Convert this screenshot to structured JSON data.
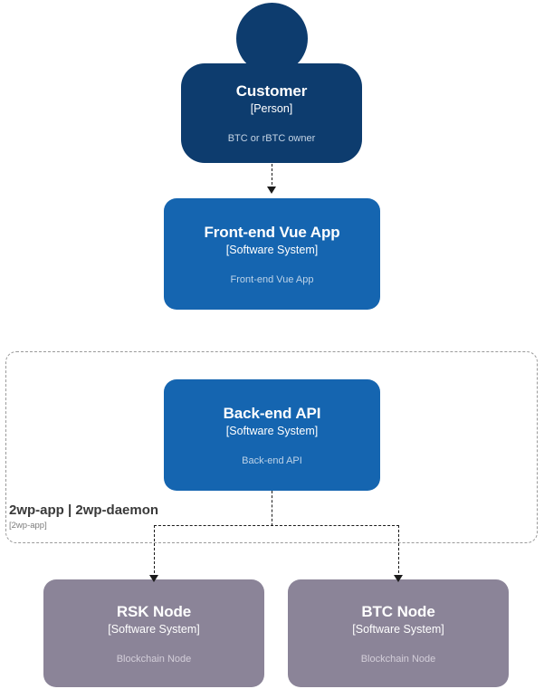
{
  "diagram": {
    "type": "c4-context-diagram",
    "colors": {
      "person": "#0d3c6e",
      "software_system_internal": "#1565b0",
      "software_system_external": "#8b8498",
      "boundary_stroke": "#9a9a9a",
      "connector": "#1b1b1b",
      "background": "#ffffff"
    }
  },
  "nodes": {
    "customer": {
      "title": "Customer",
      "meta": "[Person]",
      "desc": "BTC or rBTC owner"
    },
    "frontend": {
      "title": "Front-end Vue App",
      "meta": "[Software System]",
      "desc": "Front-end Vue App"
    },
    "backend": {
      "title": "Back-end API",
      "meta": "[Software System]",
      "desc": "Back-end API"
    },
    "rsk_node": {
      "title": "RSK Node",
      "meta": "[Software System]",
      "desc": "Blockchain Node"
    },
    "btc_node": {
      "title": "BTC Node",
      "meta": "[Software System]",
      "desc": "Blockchain Node"
    }
  },
  "boundary": {
    "title": "2wp-app | 2wp-daemon",
    "meta": "[2wp-app]"
  },
  "connectors": [
    {
      "name": "customer-to-frontend",
      "from": "customer",
      "to": "frontend",
      "style": "dashed",
      "arrow": "down"
    },
    {
      "name": "backend-to-rsk-node",
      "from": "backend",
      "to": "rsk_node",
      "style": "dashed",
      "arrow": "down"
    },
    {
      "name": "backend-to-btc-node",
      "from": "backend",
      "to": "btc_node",
      "style": "dashed",
      "arrow": "down"
    }
  ]
}
